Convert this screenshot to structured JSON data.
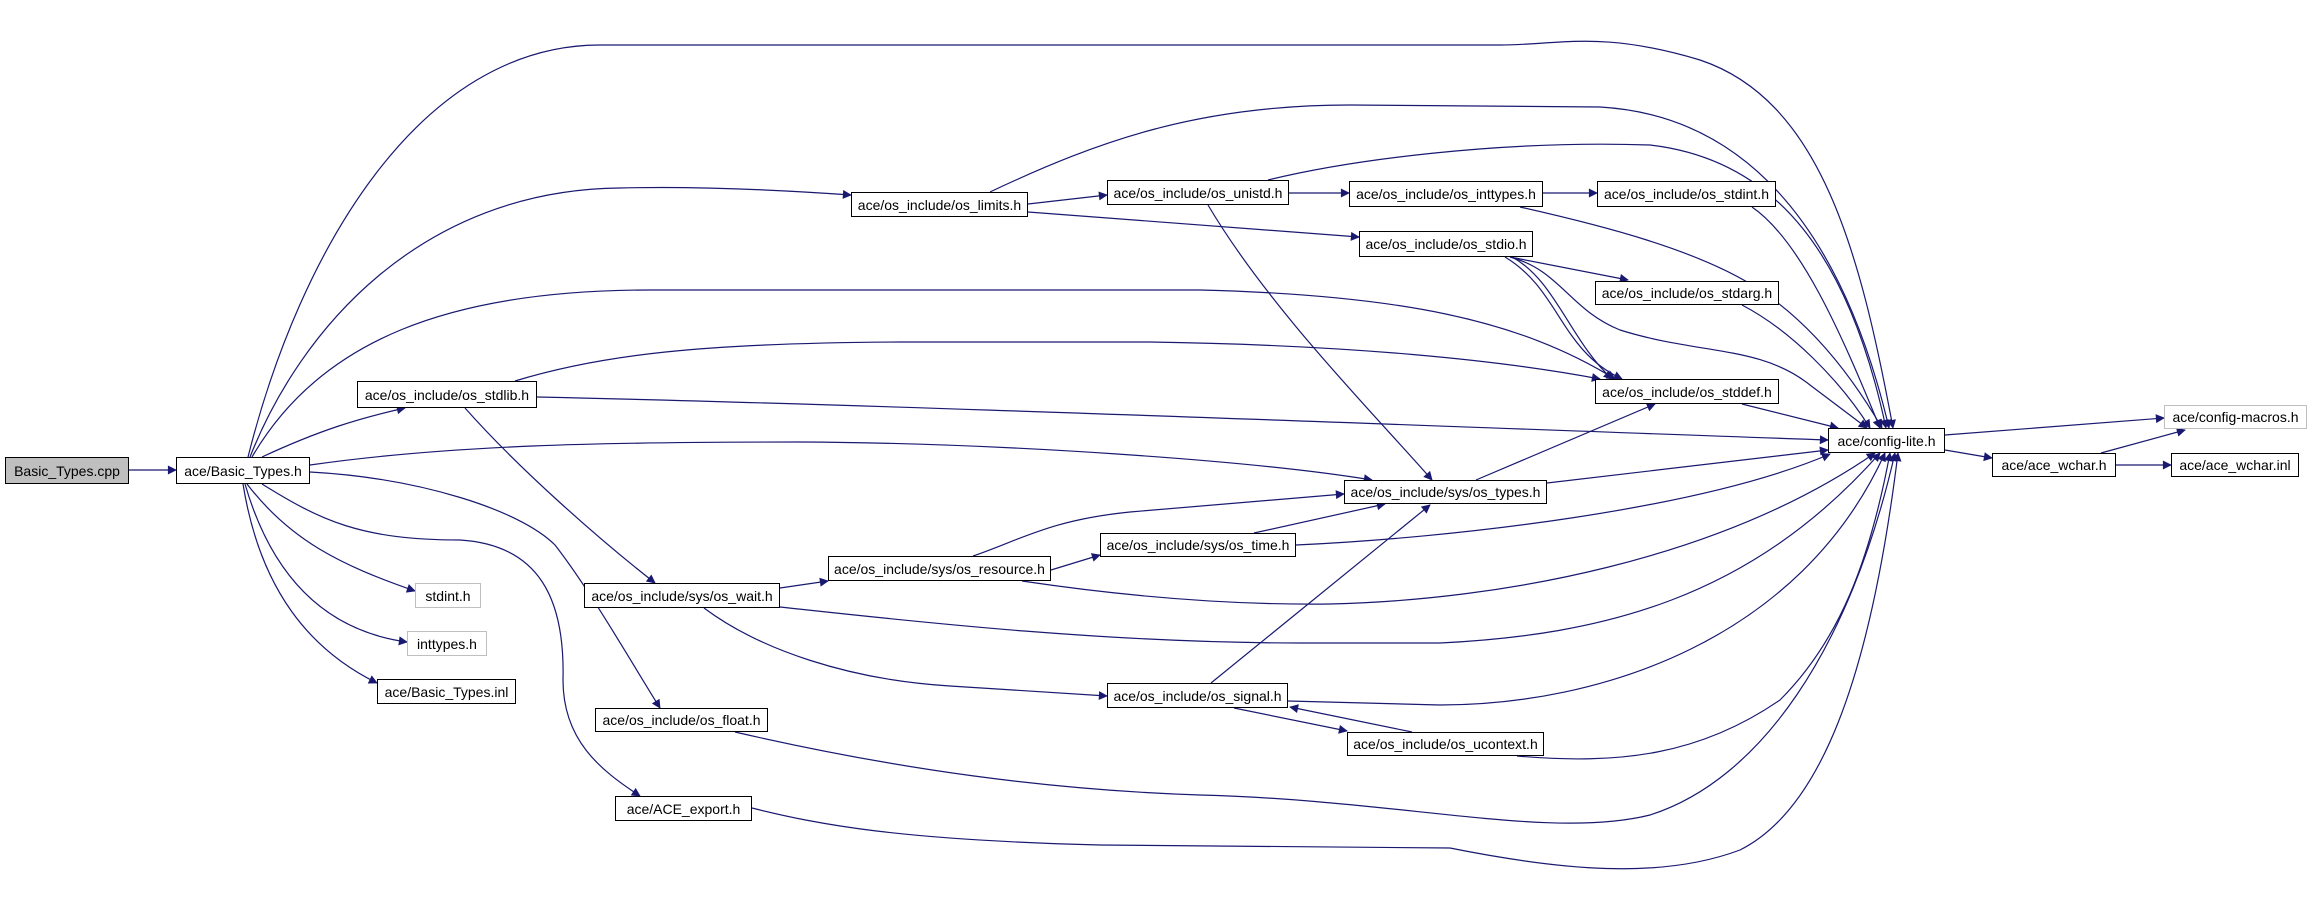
{
  "title": "Include dependency graph for Basic_Types.cpp",
  "colors": {
    "edge": "#191970",
    "root_fill": "#bfbfbf",
    "external_border": "#bfbfbf"
  },
  "nodes": [
    {
      "id": "cpp",
      "label": "Basic_Types.cpp",
      "kind": "root"
    },
    {
      "id": "bth",
      "label": "ace/Basic_Types.h",
      "kind": "normal"
    },
    {
      "id": "limits",
      "label": "ace/os_include/os_limits.h",
      "kind": "normal"
    },
    {
      "id": "unistd",
      "label": "ace/os_include/os_unistd.h",
      "kind": "normal"
    },
    {
      "id": "inttypes_os",
      "label": "ace/os_include/os_inttypes.h",
      "kind": "normal"
    },
    {
      "id": "stdint_os",
      "label": "ace/os_include/os_stdint.h",
      "kind": "normal"
    },
    {
      "id": "stdio",
      "label": "ace/os_include/os_stdio.h",
      "kind": "normal"
    },
    {
      "id": "stdarg",
      "label": "ace/os_include/os_stdarg.h",
      "kind": "normal"
    },
    {
      "id": "stddef",
      "label": "ace/os_include/os_stddef.h",
      "kind": "normal"
    },
    {
      "id": "stdlib",
      "label": "ace/os_include/os_stdlib.h",
      "kind": "normal"
    },
    {
      "id": "configlite",
      "label": "ace/config-lite.h",
      "kind": "normal"
    },
    {
      "id": "configmacros",
      "label": "ace/config-macros.h",
      "kind": "external"
    },
    {
      "id": "wcharh",
      "label": "ace/ace_wchar.h",
      "kind": "normal"
    },
    {
      "id": "wcharinl",
      "label": "ace/ace_wchar.inl",
      "kind": "normal"
    },
    {
      "id": "types",
      "label": "ace/os_include/sys/os_types.h",
      "kind": "normal"
    },
    {
      "id": "time",
      "label": "ace/os_include/sys/os_time.h",
      "kind": "normal"
    },
    {
      "id": "resource",
      "label": "ace/os_include/sys/os_resource.h",
      "kind": "normal"
    },
    {
      "id": "wait",
      "label": "ace/os_include/sys/os_wait.h",
      "kind": "normal"
    },
    {
      "id": "stdint",
      "label": "stdint.h",
      "kind": "external"
    },
    {
      "id": "inttypes",
      "label": "inttypes.h",
      "kind": "external"
    },
    {
      "id": "btinl",
      "label": "ace/Basic_Types.inl",
      "kind": "normal"
    },
    {
      "id": "signal",
      "label": "ace/os_include/os_signal.h",
      "kind": "normal"
    },
    {
      "id": "ucontext",
      "label": "ace/os_include/os_ucontext.h",
      "kind": "normal"
    },
    {
      "id": "float",
      "label": "ace/os_include/os_float.h",
      "kind": "normal"
    },
    {
      "id": "export",
      "label": "ace/ACE_export.h",
      "kind": "normal"
    }
  ],
  "edges": [
    {
      "from": "cpp",
      "to": "bth"
    },
    {
      "from": "bth",
      "to": "configlite"
    },
    {
      "from": "bth",
      "to": "limits"
    },
    {
      "from": "bth",
      "to": "stddef"
    },
    {
      "from": "stdlib",
      "to": "stddef"
    },
    {
      "from": "stdlib",
      "to": "configlite"
    },
    {
      "from": "bth",
      "to": "stdlib"
    },
    {
      "from": "bth",
      "to": "types"
    },
    {
      "from": "bth",
      "to": "stdint"
    },
    {
      "from": "bth",
      "to": "inttypes"
    },
    {
      "from": "bth",
      "to": "btinl"
    },
    {
      "from": "bth",
      "to": "float"
    },
    {
      "from": "bth",
      "to": "export"
    },
    {
      "from": "stdlib",
      "to": "wait"
    },
    {
      "from": "limits",
      "to": "unistd"
    },
    {
      "from": "limits",
      "to": "stdio"
    },
    {
      "from": "limits",
      "to": "configlite"
    },
    {
      "from": "unistd",
      "to": "inttypes_os"
    },
    {
      "from": "unistd",
      "to": "types"
    },
    {
      "from": "unistd",
      "to": "configlite"
    },
    {
      "from": "inttypes_os",
      "to": "stdint_os"
    },
    {
      "from": "inttypes_os",
      "to": "configlite"
    },
    {
      "from": "stdint_os",
      "to": "configlite"
    },
    {
      "from": "stdio",
      "to": "stdarg"
    },
    {
      "from": "stdio",
      "to": "stddef"
    },
    {
      "from": "stdio",
      "to": "stddef"
    },
    {
      "from": "stdio",
      "to": "configlite"
    },
    {
      "from": "stdarg",
      "to": "configlite"
    },
    {
      "from": "stddef",
      "to": "configlite"
    },
    {
      "from": "types",
      "to": "stddef"
    },
    {
      "from": "types",
      "to": "configlite"
    },
    {
      "from": "wait",
      "to": "resource"
    },
    {
      "from": "wait",
      "to": "configlite"
    },
    {
      "from": "wait",
      "to": "signal"
    },
    {
      "from": "resource",
      "to": "types"
    },
    {
      "from": "resource",
      "to": "time"
    },
    {
      "from": "resource",
      "to": "configlite"
    },
    {
      "from": "time",
      "to": "types"
    },
    {
      "from": "time",
      "to": "configlite"
    },
    {
      "from": "signal",
      "to": "types"
    },
    {
      "from": "signal",
      "to": "ucontext"
    },
    {
      "from": "ucontext",
      "to": "signal"
    },
    {
      "from": "signal",
      "to": "configlite"
    },
    {
      "from": "ucontext",
      "to": "configlite"
    },
    {
      "from": "float",
      "to": "configlite"
    },
    {
      "from": "export",
      "to": "configlite"
    },
    {
      "from": "configlite",
      "to": "configmacros"
    },
    {
      "from": "configlite",
      "to": "wcharh"
    },
    {
      "from": "wcharh",
      "to": "configmacros"
    },
    {
      "from": "wcharh",
      "to": "wcharinl"
    }
  ]
}
